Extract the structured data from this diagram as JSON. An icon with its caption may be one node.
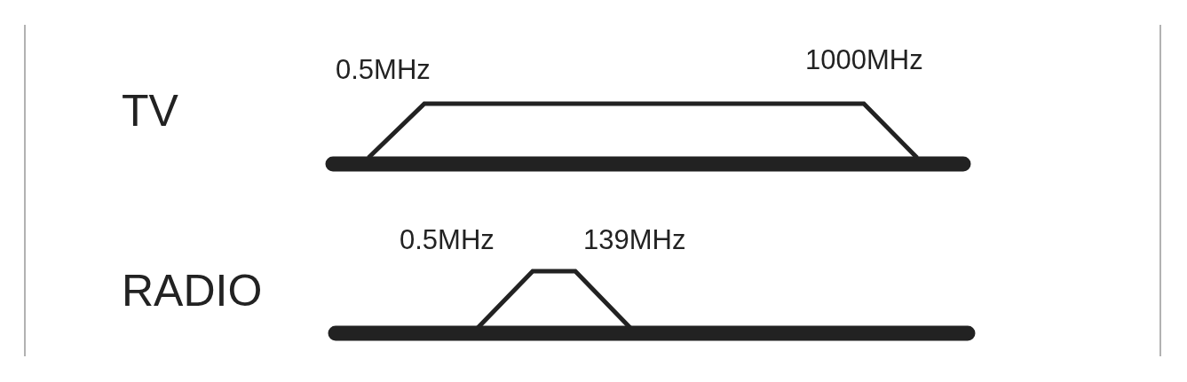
{
  "diagram": {
    "labels": [
      "TV",
      "0.5MHz",
      "1000MHz",
      "RADIO",
      "0.5MHz",
      "139MHz"
    ]
  }
}
